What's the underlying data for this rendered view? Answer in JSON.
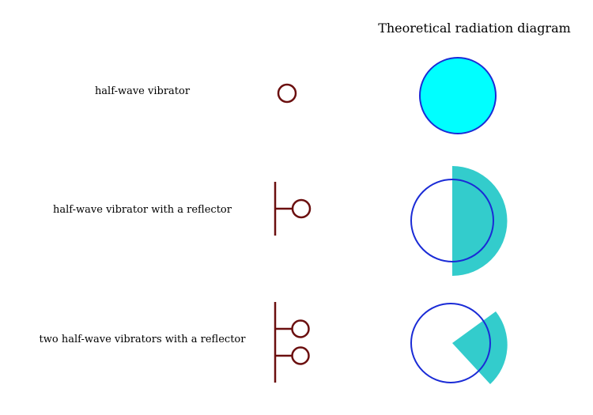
{
  "title": "Theoretical radiation diagram",
  "rows": [
    {
      "label": "half-wave vibrator"
    },
    {
      "label": "half-wave vibrator with a reflector"
    },
    {
      "label": "two half-wave vibrators with a reflector"
    }
  ],
  "colors": {
    "antenna": "#6b0f0f",
    "circle_stroke": "#1a2bd6",
    "fill_full": "#00ffff",
    "fill_lobe": "#33cccc"
  }
}
